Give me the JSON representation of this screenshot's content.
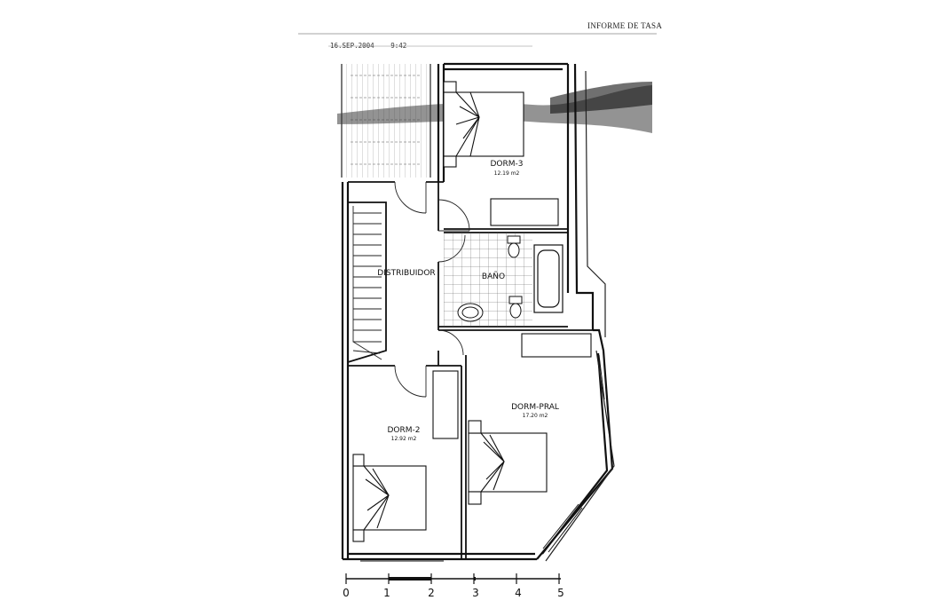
{
  "header": {
    "document_title": "INFORME DE TASA"
  },
  "fax_stamp": {
    "date": "16.SEP.2004",
    "time": "9:42"
  },
  "rooms": [
    {
      "id": "dorm3",
      "name": "DORM-3",
      "area": "12.19 m2"
    },
    {
      "id": "distribuidor",
      "name": "DISTRIBUIDOR",
      "area": ""
    },
    {
      "id": "bano",
      "name": "BAÑO",
      "area": ""
    },
    {
      "id": "dorm2",
      "name": "DORM-2",
      "area": "12.92 m2"
    },
    {
      "id": "dormpral",
      "name": "DORM-PRAL",
      "area": "17.20 m2"
    }
  ],
  "scale_bar": {
    "ticks": [
      "0",
      "1",
      "2",
      "3",
      "4",
      "5"
    ]
  }
}
